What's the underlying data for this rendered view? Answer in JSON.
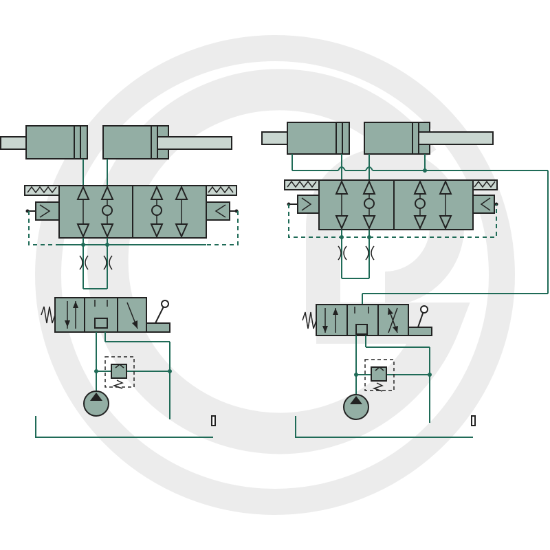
{
  "colors": {
    "background": "#ffffff",
    "watermark": "#ececec",
    "block_fill": "#93aea4",
    "block_dark": "#6f9688",
    "rod_fill": "#c9d6d0",
    "line": "#1f6b57",
    "outline": "#222222"
  },
  "watermark": {
    "icon": "gp-logo-watermark"
  },
  "icons": {
    "cylinder": "double-acting-cylinder-icon",
    "valve": "directional-valve-icon",
    "pump": "hydraulic-pump-icon",
    "relief": "pressure-relief-valve-icon",
    "restrictor": "flow-restrictor-icon",
    "lever": "hand-lever-icon",
    "spring": "spring-icon",
    "tank": "tank-icon"
  },
  "circuits": [
    {
      "name": "left-circuit"
    },
    {
      "name": "right-circuit"
    }
  ]
}
